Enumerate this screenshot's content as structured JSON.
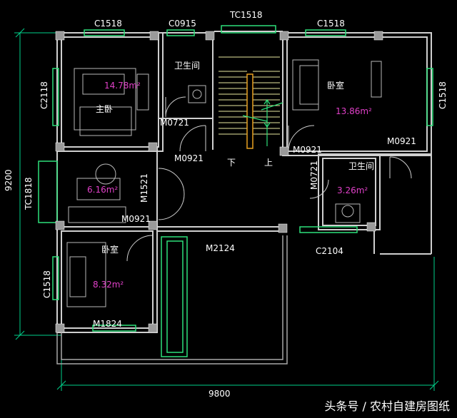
{
  "labels": {
    "c1518_top_left": "C1518",
    "c0915": "C0915",
    "tc1518_top": "TC1518",
    "c1518_top_right": "C1518",
    "c2118": "C2118",
    "c1518_right": "C1518",
    "tc1818": "TC1818",
    "c1518_left": "C1518",
    "bath1": "卫生间",
    "master_bedroom": "主卧",
    "area_master": "14.78m²",
    "area_bedroom_ne": "13.86m²",
    "bedroom_ne": "卧室",
    "m0721_a": "M0721",
    "m0921_a": "M0921",
    "m0921_b": "M0921",
    "m0921_c": "M0921",
    "m0921_d": "M0921",
    "down": "下",
    "up": "上",
    "bath2": "卫生间",
    "m0721_b": "M0721",
    "area_bath2": "3.26m²",
    "area_dressing": "6.16m²",
    "m1521": "M1521",
    "m2124": "M2124",
    "c2104": "C2104",
    "bedroom_sw": "卧室",
    "area_bedroom_sw": "8.32m²",
    "m1824": "M1824"
  },
  "dimensions": {
    "vertical": "9200",
    "horizontal": "9800"
  },
  "watermark": "头条号 / 农村自建房图纸"
}
